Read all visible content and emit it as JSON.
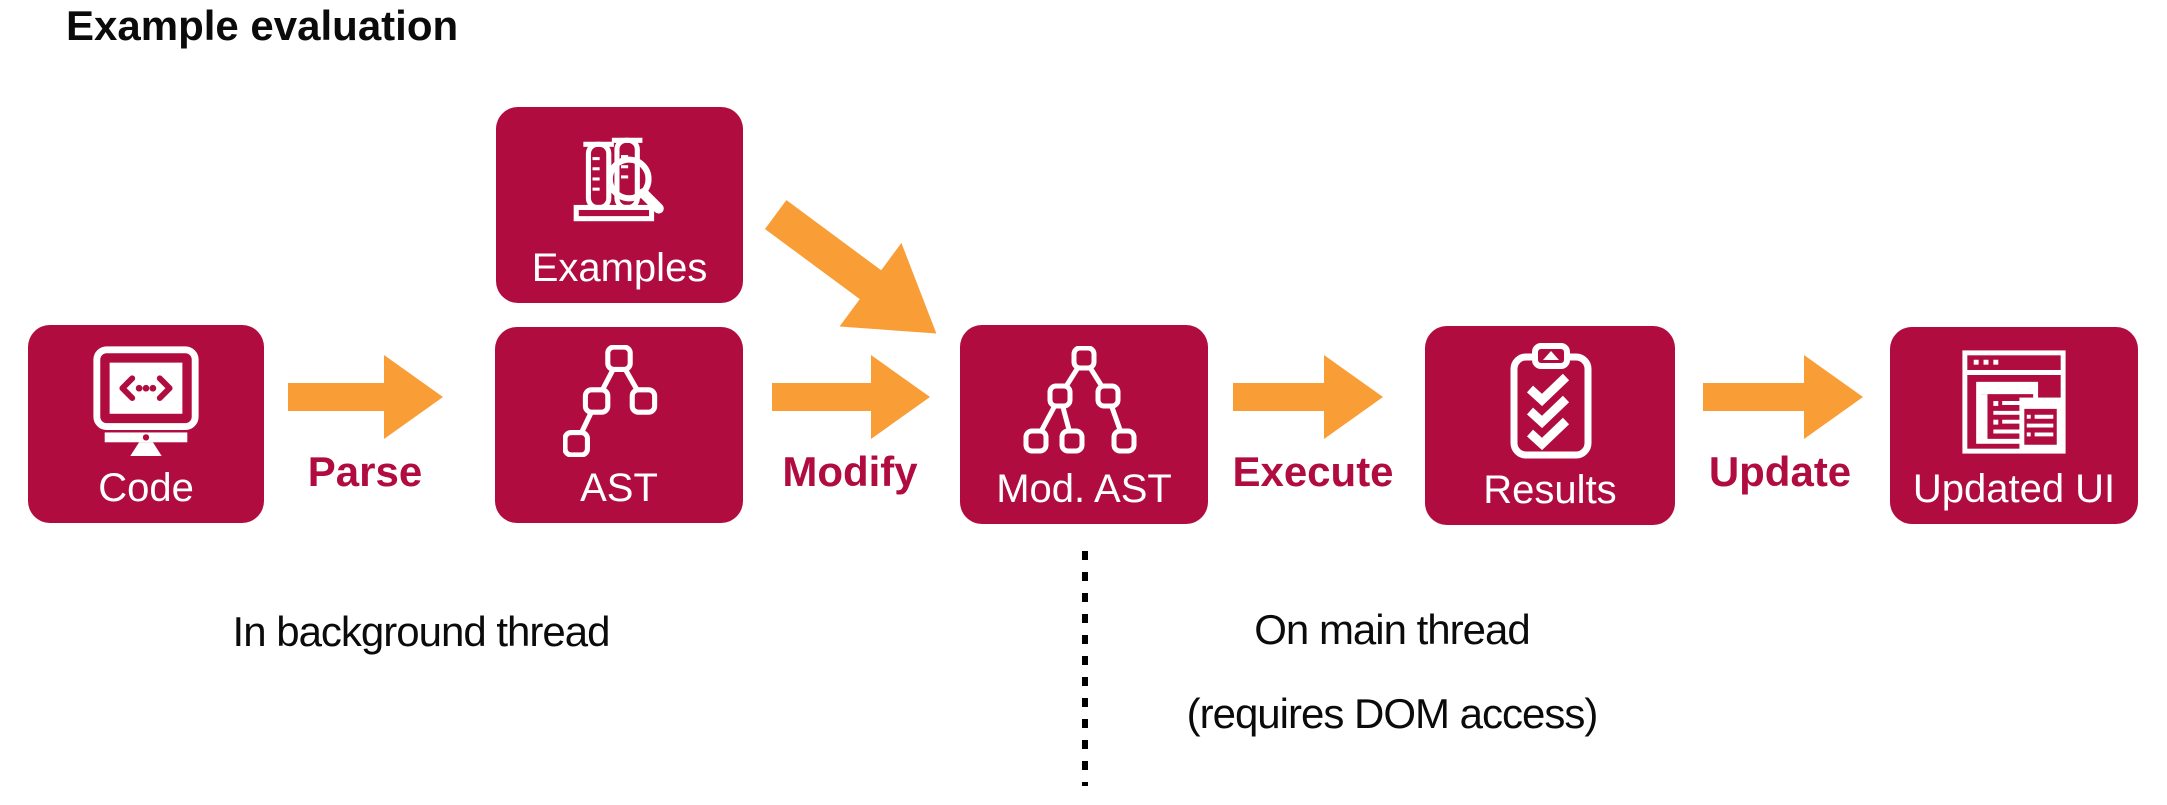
{
  "title": "Example evaluation",
  "colors": {
    "node_background": "#B10C40",
    "arrow": "#F99E37",
    "node_text": "#FFFFFF",
    "flow_label_text": "#B10C40",
    "caption_text": "#0B0B0B"
  },
  "nodes": {
    "code": {
      "label": "Code",
      "icon": "code-monitor-icon"
    },
    "examples": {
      "label": "Examples",
      "icon": "test-tubes-magnifier-icon"
    },
    "ast": {
      "label": "AST",
      "icon": "syntax-tree-icon"
    },
    "mod_ast": {
      "label": "Mod. AST",
      "icon": "modified-syntax-tree-icon"
    },
    "results": {
      "label": "Results",
      "icon": "clipboard-checklist-icon"
    },
    "updated_ui": {
      "label": "Updated UI",
      "icon": "browser-window-icon"
    }
  },
  "edges": {
    "parse": {
      "label": "Parse"
    },
    "modify": {
      "label": "Modify"
    },
    "execute": {
      "label": "Execute"
    },
    "update": {
      "label": "Update"
    }
  },
  "captions": {
    "background_thread": "In background thread",
    "main_thread_line1": "On main thread",
    "main_thread_line2": "(requires DOM access)"
  }
}
